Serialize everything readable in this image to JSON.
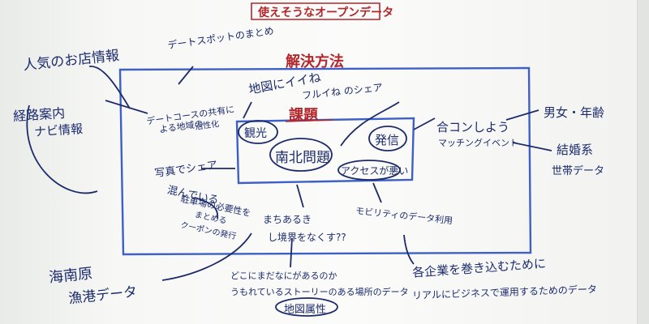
{
  "board": {
    "title": "使えそうなオープンデータ",
    "solution_heading": "解決方法",
    "problem_heading": "課題",
    "notes": {
      "restaurant_info": "人気のお店情報",
      "spot_summary": "デートスポットのまとめ",
      "route_guide": "経路案内",
      "navi_info": "ナビ情報",
      "date_course_line1": "デートコースの共有に",
      "date_course_line2": "よる地域の",
      "date_course_line3": "活性化",
      "map_like_line1": "地図にイイね",
      "map_like_line2": "フルイね のシェア",
      "photo_share": "写真でシェア",
      "tourism": "観光",
      "north_south": "南北問題",
      "dissemination": "発信",
      "access_bad": "アクセスが悪い",
      "crowded_line1": "混んでいる",
      "crowded_line2": "駐車場の必要性を",
      "crowded_line3": "まとめる",
      "crowded_line4": "クーポンの発行",
      "walk_line1": "まちあるき",
      "walk_line2": "し境界をなくす??",
      "mobility": "モビリティのデータ利用",
      "goukon": "合コンしよう",
      "matching_event": "マッチングイベント",
      "gender_age": "男女・年齢",
      "marriage": "結婚系",
      "household_data": "世帯データ",
      "companies_line1": "各企業を巻き込むために",
      "companies_line2": "リアルにビジネスで運用するためのデータ",
      "seaside": "海南原",
      "fishery_data": "漁港データ",
      "story_line1": "どこにまだなにがあるのか",
      "story_line2": "うもれているストーリーのある場所のデータ",
      "map_attribute": "地図属性"
    }
  }
}
